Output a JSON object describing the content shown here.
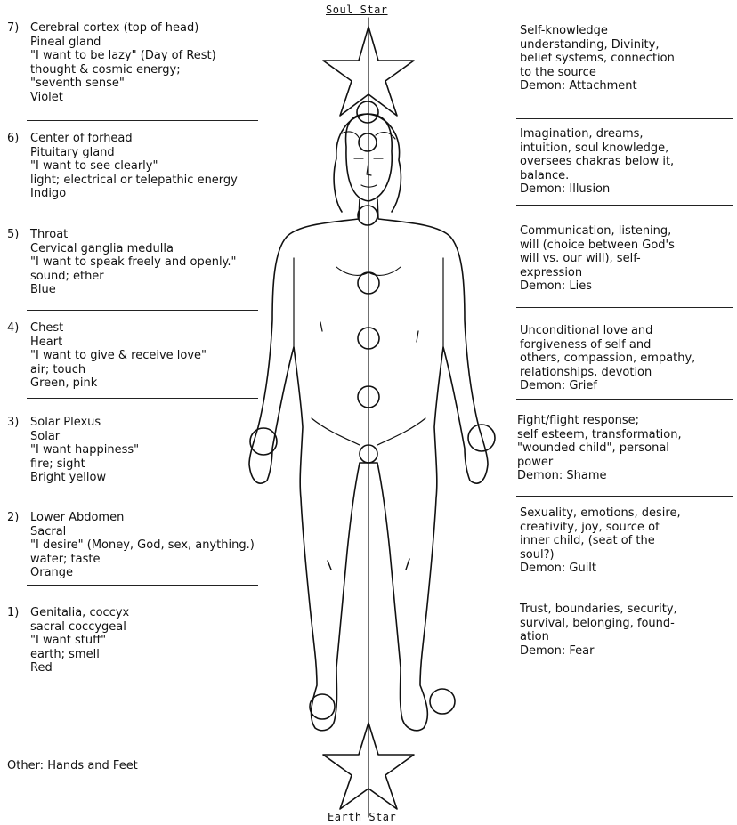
{
  "labels": {
    "soul_star": "Soul Star",
    "earth_star": "Earth Star",
    "other": "Other:  Hands and Feet"
  },
  "chakras": [
    {
      "number": "7)",
      "lines": [
        "Cerebral cortex (top of head)",
        "Pineal gland",
        "\"I want to be lazy\" (Day of Rest)",
        "thought & cosmic energy;",
        "\"seventh sense\"",
        "Violet"
      ],
      "right": [
        "Self-knowledge",
        "understanding, Divinity,",
        "belief systems, connection",
        "to the source",
        "Demon:  Attachment"
      ]
    },
    {
      "number": "6)",
      "lines": [
        "Center of forhead",
        "Pituitary gland",
        "\"I want to see clearly\"",
        "light; electrical or telepathic energy",
        "Indigo"
      ],
      "right": [
        "Imagination, dreams,",
        "intuition, soul knowledge,",
        "oversees chakras below it,",
        "balance.",
        "Demon:  Illusion"
      ]
    },
    {
      "number": "5)",
      "lines": [
        "Throat",
        "Cervical ganglia medulla",
        "\"I want to speak freely and openly.\"",
        "sound; ether",
        "Blue"
      ],
      "right": [
        "Communication, listening,",
        "will (choice between God's",
        "will vs. our will), self-",
        "expression",
        "Demon:  Lies"
      ]
    },
    {
      "number": "4)",
      "lines": [
        "Chest",
        "Heart",
        "\"I want to give & receive love\"",
        "air; touch",
        "Green, pink"
      ],
      "right": [
        "Unconditional love and",
        "forgiveness of self and",
        "others, compassion, empathy,",
        "relationships, devotion",
        "Demon:  Grief"
      ]
    },
    {
      "number": "3)",
      "lines": [
        "Solar Plexus",
        "Solar",
        "\"I want happiness\"",
        "fire; sight",
        "Bright yellow"
      ],
      "right": [
        "Fight/flight response;",
        "self esteem, transformation,",
        "\"wounded child\", personal",
        "power",
        "Demon:  Shame"
      ]
    },
    {
      "number": "2)",
      "lines": [
        "Lower Abdomen",
        "Sacral",
        "\"I desire\"  (Money, God, sex, anything.)",
        "water; taste",
        "Orange"
      ],
      "right": [
        "Sexuality, emotions, desire,",
        "creativity, joy, source of",
        "inner child, (seat of the",
        "soul?)",
        "Demon:  Guilt"
      ]
    },
    {
      "number": "1)",
      "lines": [
        "Genitalia, coccyx",
        "sacral coccygeal",
        "\"I want stuff\"",
        "earth; smell",
        "Red"
      ],
      "right": [
        "Trust, boundaries, security,",
        "survival, belonging, found-",
        "ation",
        "Demon:  Fear"
      ]
    }
  ]
}
